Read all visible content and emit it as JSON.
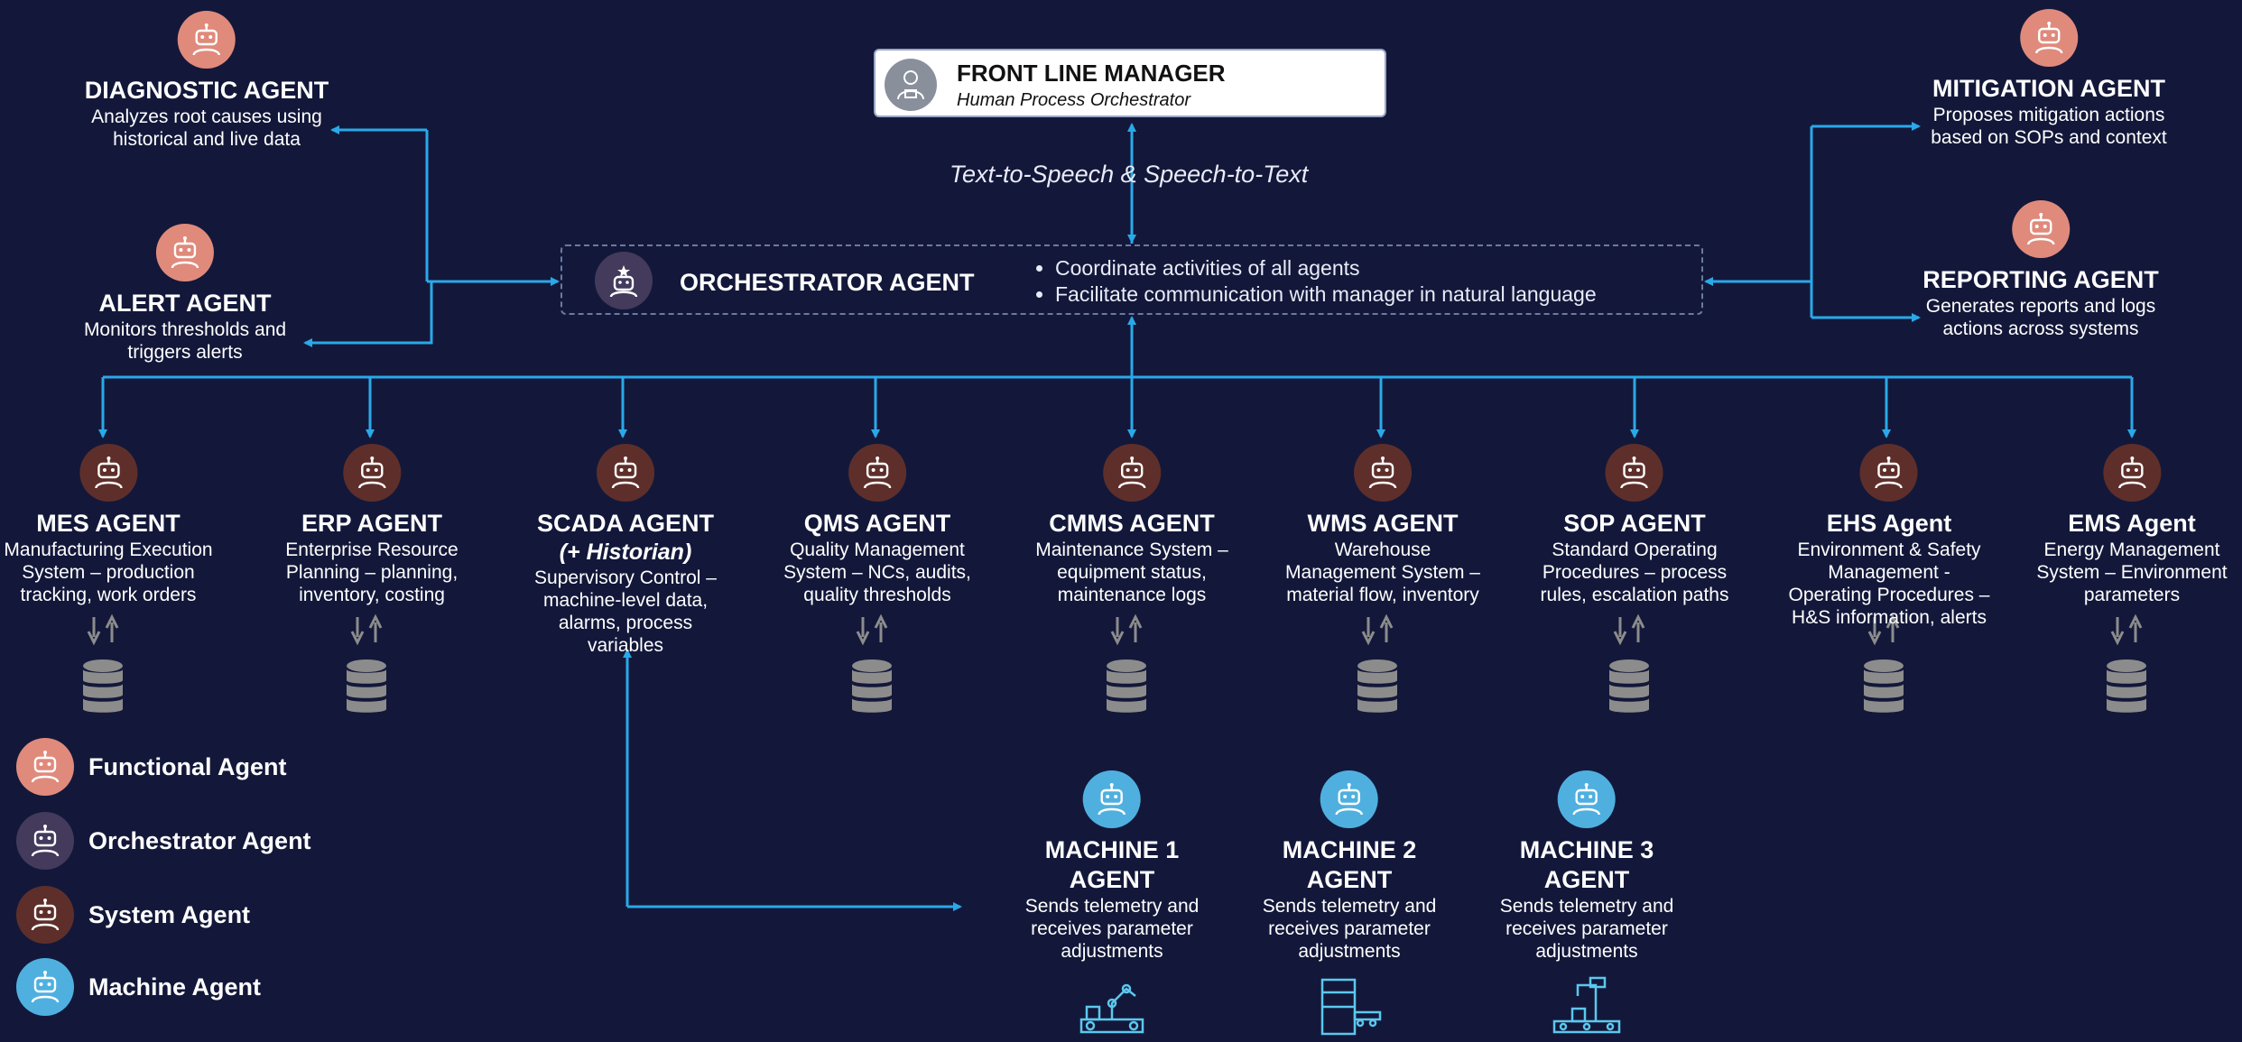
{
  "front_line_manager": {
    "name": "FRONT LINE MANAGER",
    "role": "Human Process Orchestrator"
  },
  "tts_label": "Text-to-Speech & Speech-to-Text",
  "orchestrator": {
    "name": "ORCHESTRATOR AGENT",
    "bullets": [
      "Coordinate activities of all agents",
      "Facilitate communication with manager in natural language"
    ]
  },
  "functional_agents": [
    {
      "title": "DIAGNOSTIC AGENT",
      "desc": [
        "Analyzes root causes using",
        "historical and live data"
      ]
    },
    {
      "title": "ALERT AGENT",
      "desc": [
        "Monitors thresholds and",
        "triggers alerts"
      ]
    },
    {
      "title": "MITIGATION AGENT",
      "desc": [
        "Proposes mitigation actions",
        "based on SOPs and context"
      ]
    },
    {
      "title": "REPORTING AGENT",
      "desc": [
        "Generates reports and logs",
        "actions across systems"
      ]
    }
  ],
  "system_agents": [
    {
      "title": "MES AGENT",
      "subtitle": "",
      "desc": [
        "Manufacturing Execution",
        "System – production",
        "tracking, work orders"
      ]
    },
    {
      "title": "ERP AGENT",
      "subtitle": "",
      "desc": [
        "Enterprise Resource",
        "Planning – planning,",
        "inventory, costing"
      ]
    },
    {
      "title": "SCADA AGENT",
      "subtitle": "(+ Historian)",
      "desc": [
        "Supervisory Control –",
        "machine-level data,",
        "alarms, process",
        "variables"
      ]
    },
    {
      "title": "QMS AGENT",
      "subtitle": "",
      "desc": [
        "Quality Management",
        "System – NCs, audits,",
        "quality thresholds"
      ]
    },
    {
      "title": "CMMS AGENT",
      "subtitle": "",
      "desc": [
        "Maintenance System –",
        "equipment status,",
        "maintenance logs"
      ]
    },
    {
      "title": "WMS AGENT",
      "subtitle": "",
      "desc": [
        "Warehouse",
        "Management System –",
        "material flow, inventory"
      ]
    },
    {
      "title": "SOP AGENT",
      "subtitle": "",
      "desc": [
        "Standard Operating",
        "Procedures – process",
        "rules, escalation paths"
      ]
    },
    {
      "title": "EHS Agent",
      "subtitle": "",
      "desc": [
        "Environment & Safety",
        "Management -",
        "Operating Procedures –",
        "H&S information, alerts"
      ]
    },
    {
      "title": "EMS Agent",
      "subtitle": "",
      "desc": [
        "Energy Management",
        "System – Environment",
        "parameters"
      ]
    }
  ],
  "machine_agents": [
    {
      "title_lines": [
        "MACHINE 1",
        "AGENT"
      ],
      "desc": [
        "Sends telemetry and",
        "receives parameter",
        "adjustments"
      ]
    },
    {
      "title_lines": [
        "MACHINE 2",
        "AGENT"
      ],
      "desc": [
        "Sends telemetry and",
        "receives parameter",
        "adjustments"
      ]
    },
    {
      "title_lines": [
        "MACHINE 3",
        "AGENT"
      ],
      "desc": [
        "Sends telemetry and",
        "receives parameter",
        "adjustments"
      ]
    }
  ],
  "legend": [
    {
      "label": "Functional Agent",
      "kind": "functional"
    },
    {
      "label": "Orchestrator Agent",
      "kind": "orchestrator"
    },
    {
      "label": "System Agent",
      "kind": "system"
    },
    {
      "label": "Machine Agent",
      "kind": "machine"
    }
  ],
  "colors": {
    "background": "#13183a",
    "connector": "#2aa9e8",
    "functional": "#e08a7c",
    "orchestrator": "#433a5c",
    "system": "#5e2f2a",
    "machine": "#4fb0e0",
    "database": "#8c8c8c"
  },
  "icons": [
    "robot-icon",
    "manager-icon",
    "database-icon",
    "machine-icon",
    "arrow-icon"
  ]
}
